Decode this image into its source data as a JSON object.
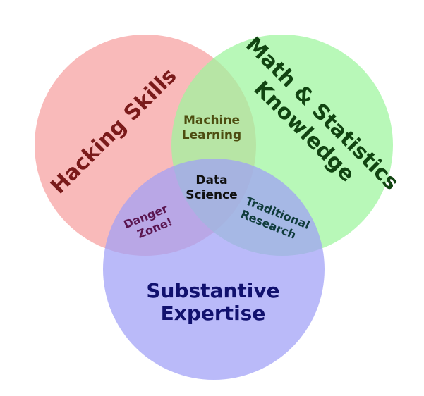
{
  "diagram": {
    "hacking_skills": "Hacking Skills",
    "math_stats_line1": "Math & Statistics",
    "math_stats_line2": "Knowledge",
    "substantive_line1": "Substantive",
    "substantive_line2": "Expertise",
    "machine_learning_line1": "Machine",
    "machine_learning_line2": "Learning",
    "data_science_line1": "Data",
    "data_science_line2": "Science",
    "danger_zone_line1": "Danger",
    "danger_zone_line2": "Zone!",
    "traditional_research_line1": "Traditional",
    "traditional_research_line2": "Research"
  },
  "colors": {
    "hacking_fill": "#f7a0a0",
    "math_fill": "#9df59d",
    "substantive_fill": "#a0a0f7",
    "hacking_text": "#7a1a1a",
    "math_text": "#114411",
    "substantive_text": "#11116e",
    "machine_learning_text": "#4d4d10",
    "data_science_text": "#111111",
    "danger_zone_text": "#5a1550",
    "traditional_research_text": "#103c3c"
  }
}
